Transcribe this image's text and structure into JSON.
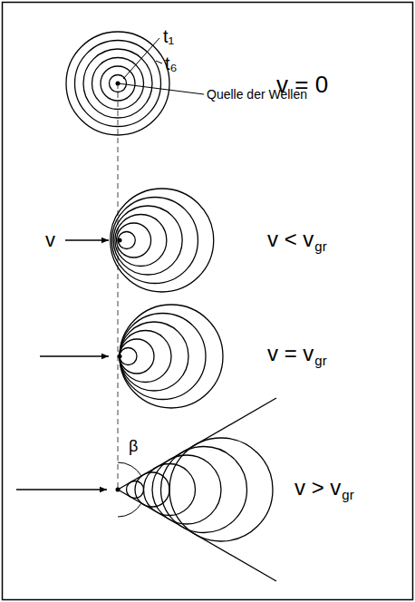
{
  "diagram": {
    "labels": [
      "t₁",
      "t₆",
      "Quelle der Wellen",
      "v = 0",
      "v",
      "v < v",
      "gr",
      "v = v",
      "gr",
      "v > v",
      "gr",
      "β"
    ]
  }
}
